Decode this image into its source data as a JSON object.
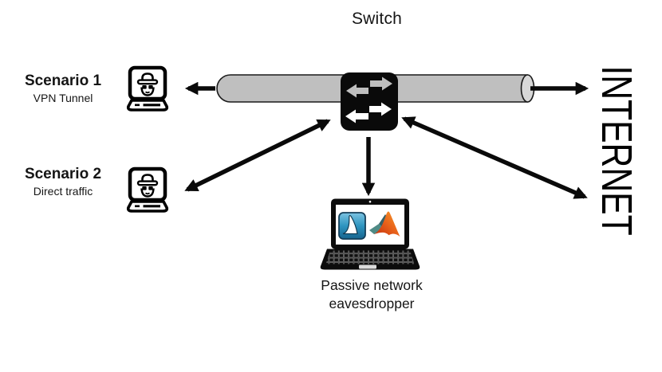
{
  "title": "Switch",
  "scenarios": [
    {
      "label": "Scenario 1",
      "sublabel": "VPN Tunnel"
    },
    {
      "label": "Scenario 2",
      "sublabel": "Direct traffic"
    }
  ],
  "internet_label": "INTERNET",
  "eavesdropper": {
    "caption_line1": "Passive network",
    "caption_line2": "eavesdropper"
  },
  "icons": {
    "switch": "network-switch-icon",
    "scenario_laptop": "hacker-laptop-icon",
    "eavesdropper_laptop": "laptop-icon",
    "wireshark": "wireshark-icon",
    "matlab": "matlab-icon"
  },
  "colors": {
    "pipe_gray": "#BFBFBF",
    "pipe_cap_gray": "#D8D8D8",
    "switch_black": "#0A0A0A",
    "arrow_black": "#0A0A0A",
    "wireshark_blue": "#2187B5",
    "matlab_orange": "#E35A19",
    "matlab_teal": "#4F8B86",
    "text": "#151515"
  }
}
